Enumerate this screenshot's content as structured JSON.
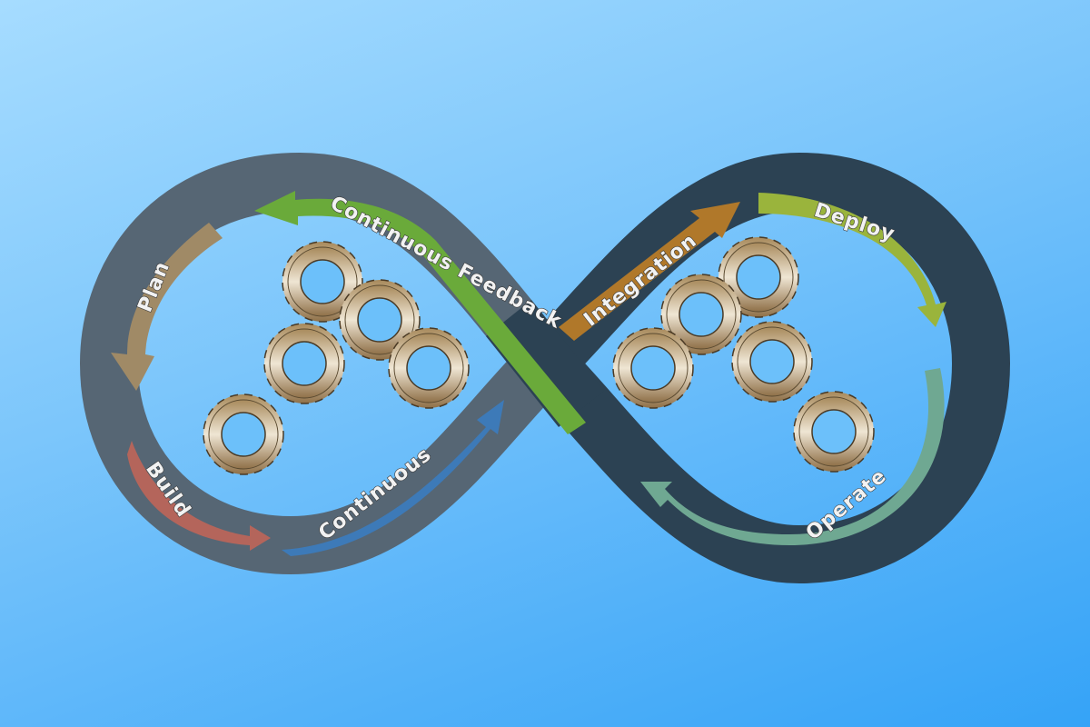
{
  "diagram": {
    "type": "devops-infinity-loop",
    "background": {
      "top": "#a6dcff",
      "bottom": "#35a3f7"
    },
    "loop_color_left": "#5a6a78",
    "loop_color_right": "#2c4253",
    "stages": [
      {
        "id": "plan",
        "label": "Plan",
        "color": "#a08a66"
      },
      {
        "id": "build",
        "label": "Build",
        "color": "#b4655b"
      },
      {
        "id": "continuous",
        "label": "Continuous",
        "color": "#3d7ab8"
      },
      {
        "id": "integration",
        "label": "Integration",
        "color": "#b0782a"
      },
      {
        "id": "deploy",
        "label": "Deploy",
        "color": "#9ab43c"
      },
      {
        "id": "operate",
        "label": "Operate",
        "color": "#6fa892"
      },
      {
        "id": "continuous-feedback",
        "label": "Continuous Feedback",
        "color": "#6aaa3a"
      }
    ],
    "gears": {
      "left_count": 5,
      "right_count": 5,
      "color": "#b99a6a"
    }
  }
}
